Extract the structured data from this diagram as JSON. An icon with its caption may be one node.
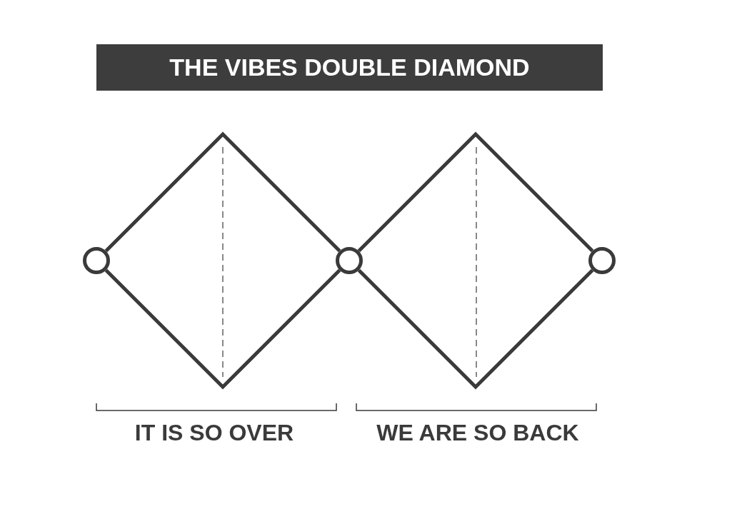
{
  "diagram": {
    "title": "THE VIBES DOUBLE DIAMOND",
    "nodes": [
      {
        "text": [],
        "shape": "circle"
      },
      {
        "text": [],
        "shape": "circle"
      },
      {
        "text": [],
        "shape": "circle"
      }
    ],
    "edges": [
      {
        "from": 0,
        "to": 1,
        "arrow": "none"
      },
      {
        "from": 0,
        "to": 1,
        "arrow": "none"
      },
      {
        "from": 1,
        "to": 2,
        "arrow": "none"
      },
      {
        "from": 1,
        "to": 2,
        "arrow": "none"
      }
    ],
    "labels": [
      "IT IS SO OVER",
      "WE ARE SO BACK"
    ]
  }
}
